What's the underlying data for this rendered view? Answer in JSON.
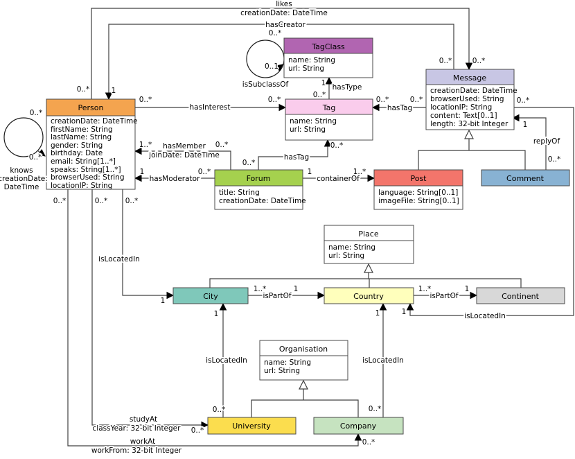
{
  "diagram": {
    "entities": {
      "person": {
        "title": "Person",
        "attrs": [
          "creationDate: DateTime",
          "firstName: String",
          "lastName: String",
          "gender: String",
          "birthday: Date",
          "email: String[1..*]",
          "speaks: String[1..*]",
          "browserUsed: String",
          "locationIP: String"
        ]
      },
      "tagclass": {
        "title": "TagClass",
        "attrs": [
          "name: String",
          "url: String"
        ]
      },
      "tag": {
        "title": "Tag",
        "attrs": [
          "name: String",
          "url: String"
        ]
      },
      "message": {
        "title": "Message",
        "attrs": [
          "creationDate: DateTime",
          "browserUsed: String",
          "locationIP: String",
          "content: Text[0..1]",
          "length: 32-bit Integer"
        ]
      },
      "forum": {
        "title": "Forum",
        "attrs": [
          "title: String",
          "creationDate: DateTime"
        ]
      },
      "post": {
        "title": "Post",
        "attrs": [
          "language: String[0..1]",
          "imageFile: String[0..1]"
        ]
      },
      "comment": {
        "title": "Comment"
      },
      "place": {
        "title": "Place",
        "attrs": [
          "name: String",
          "url: String"
        ]
      },
      "city": {
        "title": "City"
      },
      "country": {
        "title": "Country"
      },
      "continent": {
        "title": "Continent"
      },
      "organisation": {
        "title": "Organisation",
        "attrs": [
          "name: String",
          "url: String"
        ]
      },
      "university": {
        "title": "University"
      },
      "company": {
        "title": "Company"
      }
    },
    "edges": {
      "likes": {
        "label": "likes",
        "attr": "creationDate: DateTime",
        "person": "0..*",
        "message": "0..*"
      },
      "has_creator": {
        "label": "hasCreator",
        "message": "0..*",
        "person": "1"
      },
      "knows": {
        "label": "knows",
        "attr_line1": "creationDate:",
        "attr_line2": "DateTime",
        "m_top": "0..*",
        "m_arrow": "0..*"
      },
      "is_subclass_of": {
        "label": "isSubclassOf",
        "m_top": "0..*",
        "m_arrow": "0..1"
      },
      "has_type": {
        "label": "hasType",
        "tagclass": "1",
        "tag": "0..*"
      },
      "has_interest": {
        "label": "hasInterest",
        "person": "0..*",
        "tag": "0..*"
      },
      "has_tag_message": {
        "label": "hasTag",
        "message": "0..*",
        "tag": "0..*"
      },
      "has_tag_forum": {
        "label": "hasTag",
        "forum": "0..*",
        "tag": "0..*"
      },
      "has_member": {
        "label": "hasMember",
        "attr": "joinDate: DateTime",
        "person": "1..*",
        "forum": "0..*"
      },
      "has_moderator": {
        "label": "hasModerator",
        "person": "1",
        "forum": "0..*"
      },
      "container_of": {
        "label": "containerOf",
        "forum": "1",
        "post": "1..*"
      },
      "reply_of": {
        "label": "replyOf",
        "message": "1",
        "comment": "0..*"
      },
      "is_located_in_message": {
        "label": "isLocatedIn",
        "message": "0..*",
        "country": "1"
      },
      "is_part_of_city": {
        "label": "isPartOf",
        "city": "1..*",
        "country": "1"
      },
      "is_part_of_country": {
        "label": "isPartOf",
        "country": "1..*",
        "continent": "1"
      },
      "is_located_in_person": {
        "label": "isLocatedIn",
        "person": "0..*",
        "city": "1"
      },
      "is_located_in_university": {
        "label": "isLocatedIn",
        "university": "0..*",
        "city": "1"
      },
      "is_located_in_company": {
        "label": "isLocatedIn",
        "company": "0..*",
        "country": "1"
      },
      "study_at": {
        "label": "studyAt",
        "attr": "classYear: 32-bit Integer",
        "person": "0..*",
        "university": "0..*"
      },
      "work_at": {
        "label": "workAt",
        "attr": "workFrom: 32-bit Integer",
        "person": "0..*",
        "company": "0..*"
      }
    },
    "colors": {
      "person": "#F4A44F",
      "tagclass": "#B165B1",
      "tag": "#FACCEC",
      "message": "#C8C6E4",
      "forum": "#A5D14E",
      "post": "#F3756B",
      "comment": "#88B2D3",
      "place": "#FFFFFF",
      "city": "#7FC8BA",
      "country": "#FFFFBC",
      "continent": "#D8D8D8",
      "organisation": "#FFFFFF",
      "university": "#FBDD4E",
      "company": "#C6E3C0"
    }
  }
}
